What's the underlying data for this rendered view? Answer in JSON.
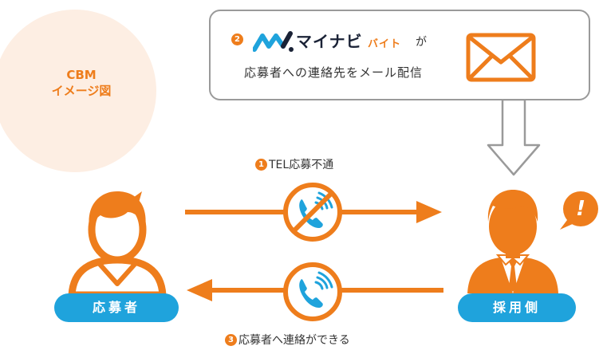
{
  "image_tag": {
    "line1": "CBM",
    "line2": "イメージ図"
  },
  "message_box": {
    "step_number": "2",
    "brand_main": "マイナビ",
    "brand_sub": "バイト",
    "particle": "が",
    "text": "応募者への連絡先をメール配信"
  },
  "steps": {
    "tel_failed": {
      "number": "1",
      "text": "TEL応募不通"
    },
    "contact_possible": {
      "number": "3",
      "text": "応募者へ連絡ができる"
    }
  },
  "roles": {
    "applicant": "応募者",
    "employer": "採用側"
  },
  "alert_symbol": "!",
  "colors": {
    "accent_orange": "#ee7d1c",
    "role_blue": "#1fa3dc",
    "cbm_circle": "#fdeee3",
    "box_border": "#9a9a9a",
    "brand_dark": "#1a2236"
  },
  "icons": {
    "envelope": "envelope-icon",
    "phone_blocked": "phone-blocked-icon",
    "phone_calling": "phone-calling-icon",
    "person_applicant": "person-icon",
    "person_employer": "businessman-icon",
    "brand_logo": "mynavi-logo-mark"
  }
}
